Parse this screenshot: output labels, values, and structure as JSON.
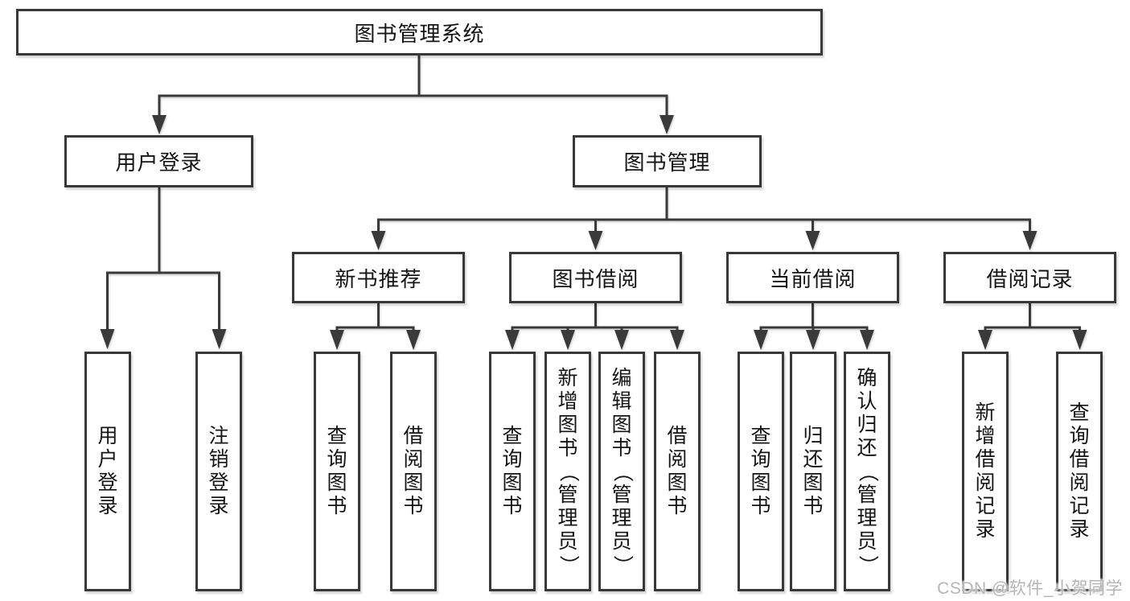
{
  "title": "图书管理系统",
  "tree": {
    "root": {
      "label": "图书管理系统"
    },
    "user_login": {
      "label": "用户登录",
      "children": [
        "用户登录",
        "注销登录"
      ]
    },
    "book_management": {
      "label": "图书管理",
      "sections": {
        "new_book_recommend": {
          "label": "新书推荐",
          "children": [
            "查询图书",
            "借阅图书"
          ]
        },
        "book_borrowing": {
          "label": "图书借阅",
          "children": [
            "查询图书",
            "新增图书（管理员）",
            "编辑图书（管理员）",
            "借阅图书"
          ]
        },
        "current_borrowing": {
          "label": "当前借阅",
          "children": [
            "查询图书",
            "归还图书",
            "确认归还（管理员）"
          ]
        },
        "borrowing_records": {
          "label": "借阅记录",
          "children": [
            "新增借阅记录",
            "查询借阅记录"
          ]
        }
      }
    }
  },
  "watermark": "CSDN @软件_小贺同学",
  "colors": {
    "line": "#3a3a3a",
    "border": "#383838",
    "text": "#141414",
    "background": "#ffffff",
    "watermark": "#b5b5b5"
  }
}
